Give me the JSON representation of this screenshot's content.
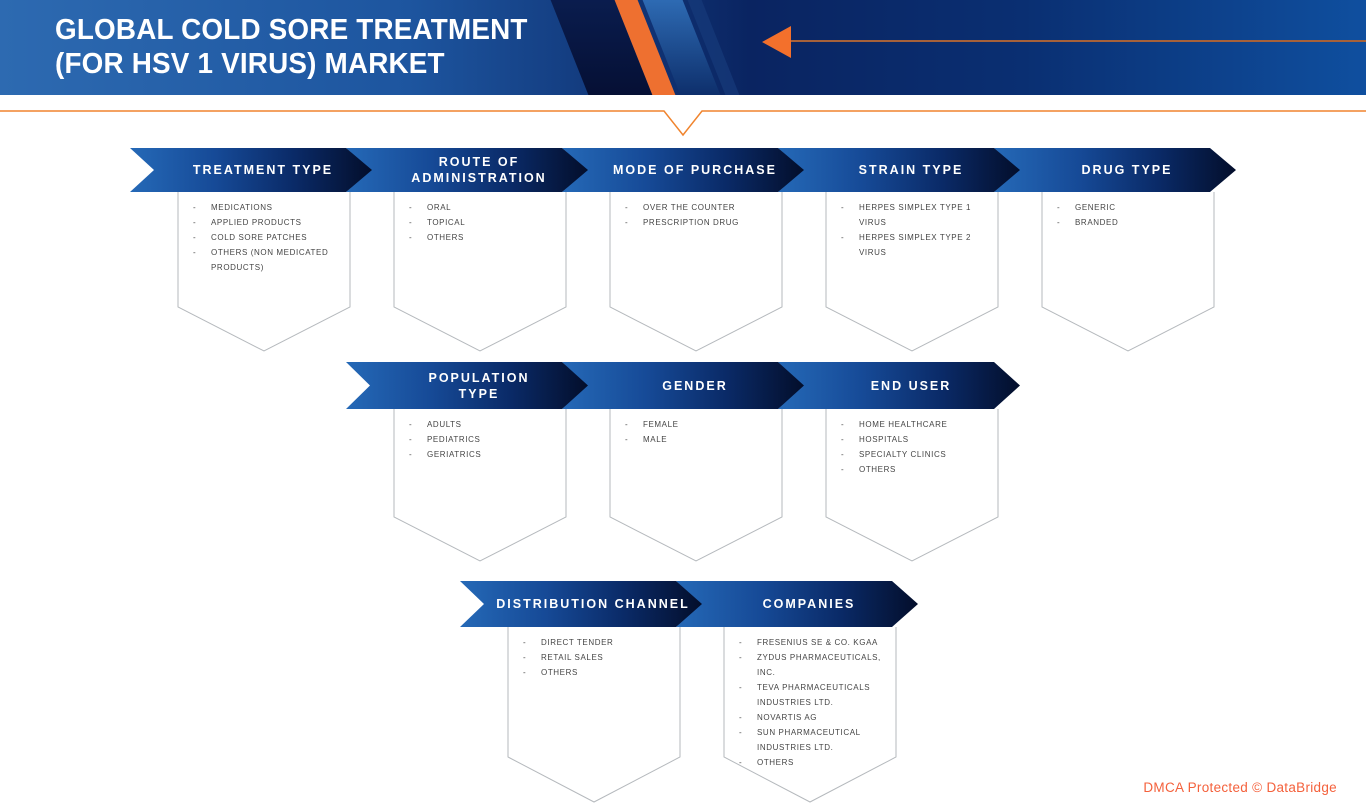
{
  "header": {
    "title_line1": "GLOBAL COLD SORE TREATMENT",
    "title_line2": "(FOR HSV 1 VIRUS) MARKET"
  },
  "footer": {
    "dmca": "DMCA Protected © DataBridge"
  },
  "colors": {
    "banner_blue": "#2569b7",
    "banner_navy": "#030e2b",
    "accent_orange": "#ee7030",
    "divider_orange": "#f0842e",
    "dmca_coral": "#f4613c",
    "box_border": "#b5b9bd",
    "list_text": "#454545"
  },
  "rows": [
    {
      "segments": [
        {
          "label": "TREATMENT TYPE",
          "items": [
            "MEDICATIONS",
            "APPLIED PRODUCTS",
            "COLD SORE PATCHES",
            "OTHERS (NON MEDICATED PRODUCTS)"
          ]
        },
        {
          "label": "ROUTE OF ADMINISTRATION",
          "items": [
            "ORAL",
            "TOPICAL",
            "OTHERS"
          ]
        },
        {
          "label": "MODE OF PURCHASE",
          "items": [
            "OVER THE COUNTER",
            "PRESCRIPTION DRUG"
          ]
        },
        {
          "label": "STRAIN TYPE",
          "items": [
            "HERPES SIMPLEX TYPE 1 VIRUS",
            "HERPES SIMPLEX TYPE 2 VIRUS"
          ]
        },
        {
          "label": "DRUG TYPE",
          "items": [
            "GENERIC",
            "BRANDED"
          ]
        }
      ]
    },
    {
      "segments": [
        {
          "label": "POPULATION\nTYPE",
          "items": [
            "ADULTS",
            "PEDIATRICS",
            "GERIATRICS"
          ]
        },
        {
          "label": "GENDER",
          "items": [
            "FEMALE",
            "MALE"
          ]
        },
        {
          "label": "END USER",
          "items": [
            "HOME HEALTHCARE",
            "HOSPITALS",
            "SPECIALTY CLINICS",
            "OTHERS"
          ]
        }
      ]
    },
    {
      "segments": [
        {
          "label": "DISTRIBUTION CHANNEL",
          "items": [
            "DIRECT TENDER",
            "RETAIL SALES",
            "OTHERS"
          ]
        },
        {
          "label": "COMPANIES",
          "items": [
            "FRESENIUS SE & CO. KGAA",
            "ZYDUS PHARMACEUTICALS, INC.",
            "TEVA PHARMACEUTICALS INDUSTRIES LTD.",
            "NOVARTIS AG",
            "SUN PHARMACEUTICAL INDUSTRIES LTD.",
            "OTHERS"
          ]
        }
      ]
    }
  ]
}
